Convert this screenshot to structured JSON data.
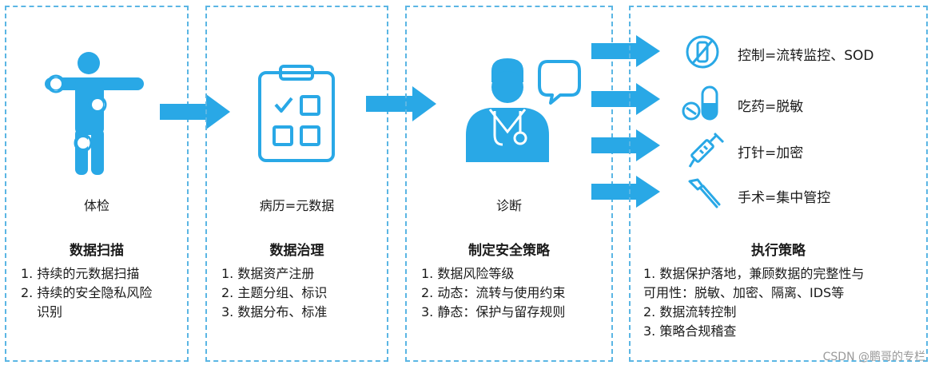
{
  "colors": {
    "accent": "#29a8e6",
    "border": "#5bb6e4",
    "text": "#1a1a1a"
  },
  "panels": [
    {
      "label": "体检",
      "title": "数据扫描",
      "items": [
        "1. 持续的元数据扫描",
        "2. 持续的安全隐私风险",
        "识别"
      ]
    },
    {
      "label": "病历=元数据",
      "title": "数据治理",
      "items": [
        "1. 数据资产注册",
        "2. 主题分组、标识",
        "3. 数据分布、标准"
      ]
    },
    {
      "label": "诊断",
      "title": "制定安全策略",
      "items": [
        "1. 数据风险等级",
        "2. 动态：流转与使用约束",
        "3. 静态：保护与留存规则"
      ]
    },
    {
      "title": "执行策略",
      "items": [
        "1. 数据保护落地，兼顾数据的完整性与",
        "可用性：脱敏、加密、隔离、IDS等",
        "2. 数据流转控制",
        "3. 策略合规稽查"
      ],
      "strategies": [
        {
          "label": "控制=流转监控、SOD",
          "icon": "no-drug-icon"
        },
        {
          "label": "吃药=脱敏",
          "icon": "pill-icon"
        },
        {
          "label": "打针=加密",
          "icon": "syringe-icon"
        },
        {
          "label": "手术=集中管控",
          "icon": "scalpel-icon"
        }
      ]
    }
  ],
  "watermark": "CSDN @鹏哥的专栏"
}
